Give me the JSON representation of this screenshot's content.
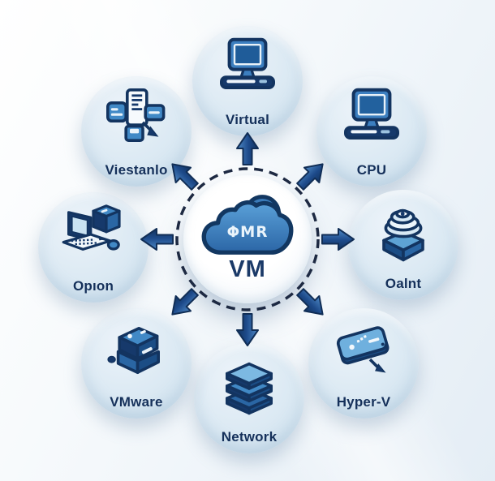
{
  "diagram": {
    "title": "VM hub-and-spoke virtualization diagram",
    "center": {
      "cloud_text": "ΦMR",
      "label": "VM"
    },
    "nodes": [
      {
        "label": "Virtual",
        "icon": "desktop-computer-icon",
        "position": "top"
      },
      {
        "label": "CPU",
        "icon": "desktop-computer-icon",
        "position": "top-right"
      },
      {
        "label": "Oalnt",
        "icon": "coil-stack-icon",
        "position": "right"
      },
      {
        "label": "Hyper-V",
        "icon": "external-drive-icon",
        "position": "bottom-right"
      },
      {
        "label": "Network",
        "icon": "stacked-layers-icon",
        "position": "bottom"
      },
      {
        "label": "VMware",
        "icon": "stacked-boxes-icon",
        "position": "bottom-left"
      },
      {
        "label": "Opıon",
        "icon": "laptop-workstation-icon",
        "position": "left"
      },
      {
        "label": "Viestanlo",
        "icon": "flowchart-icon",
        "position": "top-left"
      }
    ],
    "colors": {
      "arrow": "#1e4a8c",
      "dashed_ring": "#1d2942",
      "icon_primary": "#4189c6",
      "icon_dark": "#16396b",
      "icon_light": "#7cb9e2",
      "node_fill": "#dbe9f3",
      "label_text": "#15305a",
      "cloud_fill_top": "#5aa0d8",
      "cloud_fill_bottom": "#2b66a6"
    }
  }
}
